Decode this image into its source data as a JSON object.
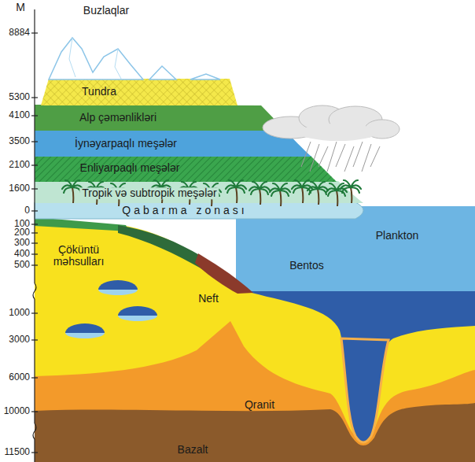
{
  "diagram": {
    "labels": [
      "M",
      "8884",
      "5300",
      "4100",
      "3500",
      "2100",
      "1600",
      "0",
      "100",
      "200",
      "300",
      "400",
      "500",
      "1000",
      "3000",
      "6000",
      "10000",
      "11500",
      "Buzlaqlar",
      "Tundra",
      "Alp çəmənlikləri",
      "İynəyarpaqlı meşələr",
      "Enliyarpaqlı meşələr",
      "Tropik və subtropik meşələr",
      "Qabarma zonası",
      "Plankton",
      "Bentos",
      "Çöküntü məhsulları",
      "Neft",
      "Qranit",
      "Bazalt"
    ]
  }
}
